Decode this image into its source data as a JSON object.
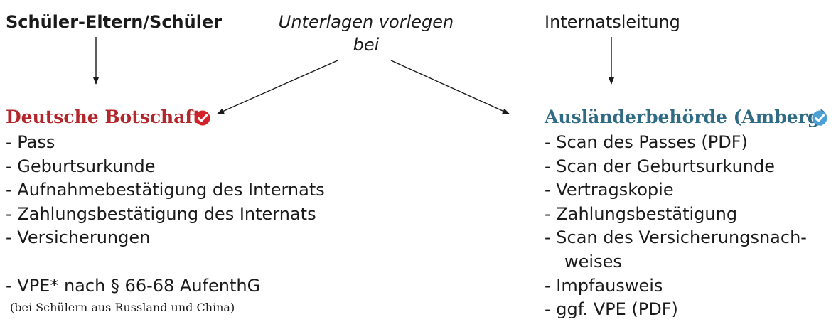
{
  "header": {
    "left": "Schüler-Eltern/Schüler",
    "middle_line1": "Unterlagen vorlegen",
    "middle_line2": "bei",
    "right": "Internatsleitung"
  },
  "left_box": {
    "title": "Deutsche Botschaft",
    "title_color": "#b3262b",
    "badge_icon": "check-badge-red-icon",
    "items": [
      "- Pass",
      "- Geburtsurkunde",
      "- Aufnahmebestätigung des Internats",
      "- Zahlungsbestätigung des Internats",
      "- Versicherungen",
      "- VPE* nach § 66-68 AufenthG"
    ],
    "note": "(bei Schülern aus Russland und China)"
  },
  "right_box": {
    "title": "Ausländerbehörde (Amberg)",
    "title_color": "#2f6b85",
    "badge_icon": "check-badge-blue-icon",
    "items": [
      "- Scan des Passes (PDF)",
      "- Scan der Geburtsurkunde",
      "- Vertragskopie",
      "- Zahlungsbestätigung",
      "- Scan des Versicherungsnach-",
      "weises",
      "- Impfausweis",
      "- ggf. VPE (PDF)"
    ]
  },
  "colors": {
    "red_accent": "#b3262b",
    "blue_accent": "#2f6b85",
    "blue_badge": "#4a9fd6"
  }
}
